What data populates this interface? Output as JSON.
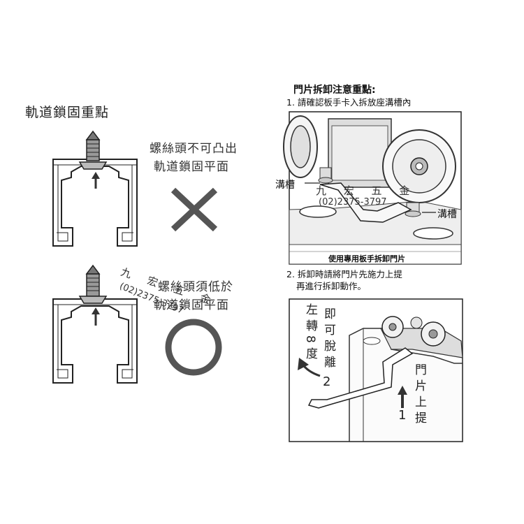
{
  "left": {
    "title": "軌道鎖固重點",
    "wrong": {
      "line1": "螺絲頭不可凸出",
      "line2": "軌道鎖固平面",
      "mark": "×"
    },
    "right": {
      "line1": "螺絲頭須低於",
      "line2": "軌道鎖固平面",
      "mark": "○"
    }
  },
  "right": {
    "title": "門片拆卸注意重點:",
    "step1": "1. 請確認板手卡入拆放座溝槽內",
    "photo_caption": "使用專用板手拆卸門片",
    "groove_left": "溝槽",
    "groove_right": "溝槽",
    "step2_line1": "2. 拆卸時請將門片先施力上提",
    "step2_line2": "再進行拆卸動作。",
    "rotate_text": "左轉8度",
    "release_text": "即可脫離",
    "num_2": "2",
    "lift_text": "門片上提",
    "num_1": "1"
  },
  "watermark": {
    "name": "九 宏 五 金",
    "phone": "(02)2375-3797"
  },
  "colors": {
    "mark": "#555555",
    "line": "#222222",
    "arrow": "#333333"
  }
}
